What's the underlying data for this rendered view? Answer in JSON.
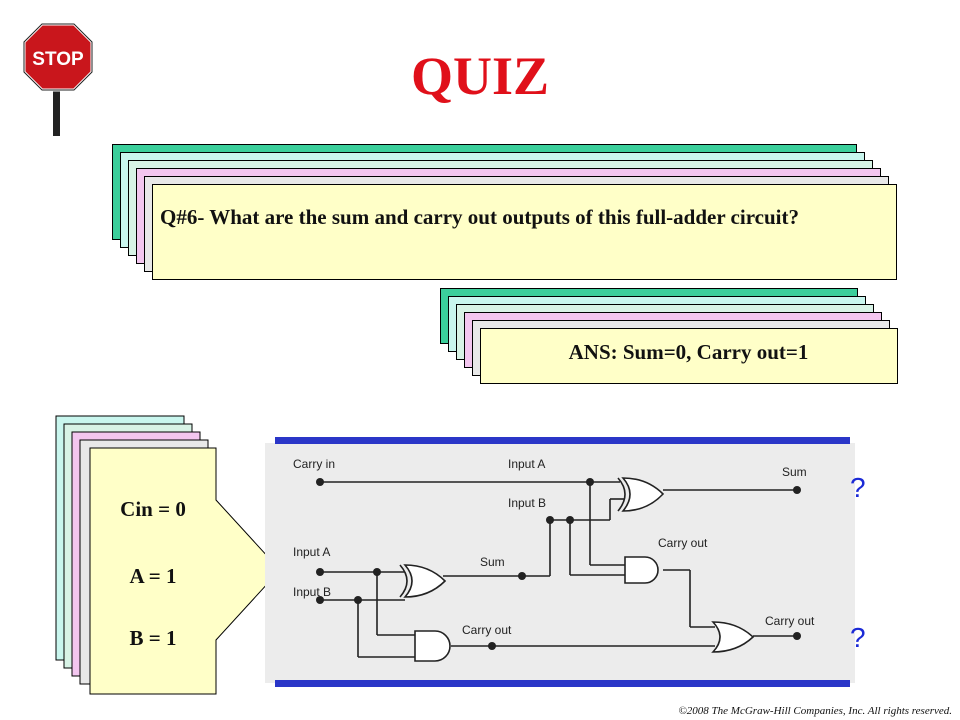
{
  "slide": {
    "title": "QUIZ",
    "stop_sign": "STOP",
    "question": "Q#6-  What are the sum and carry out outputs of this full-adder circuit?",
    "answer": "ANS:  Sum=0, Carry out=1",
    "inputs": [
      "Cin = 0",
      "A = 1",
      "B = 1"
    ],
    "output_marks": [
      "?",
      "?"
    ],
    "copyright": "©2008 The McGraw-Hill Companies, Inc. All rights reserved."
  },
  "circuit": {
    "labels": {
      "carry_in": "Carry in",
      "input_a_top": "Input A",
      "input_b_top": "Input B",
      "sum_out": "Sum",
      "input_a_left": "Input A",
      "input_b_left": "Input B",
      "sum_mid": "Sum",
      "carry_out_upper": "Carry out",
      "carry_out_lower": "Carry out",
      "carry_out_final": "Carry out"
    }
  },
  "colors": {
    "title": "#e0101a",
    "card_front": "#ffffc8",
    "stack_colors": [
      "#3bcf9b",
      "#c9f6ee",
      "#d8f3e6",
      "#f3c6ef",
      "#e8e8e8"
    ],
    "rails": "#2a36c8",
    "question_marks": "#1b2ad6"
  }
}
